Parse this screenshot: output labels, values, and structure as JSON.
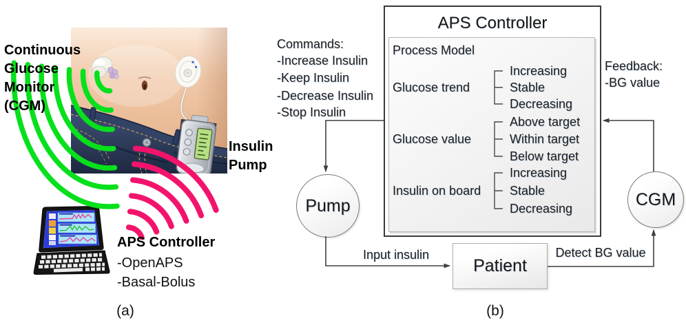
{
  "figure": {
    "caption_a": "(a)",
    "caption_b": "(b)"
  },
  "panel_a": {
    "cgm_monitor_label": [
      "Continuous",
      "Glucose",
      "Monitor",
      "(CGM)"
    ],
    "insulin_pump_label": [
      "Insulin",
      "Pump"
    ],
    "aps_controller": {
      "title": "APS Controller",
      "items": [
        "-OpenAPS",
        "-Basal-Bolus"
      ]
    },
    "colors": {
      "cgm_signal_green": "#07e01c",
      "aps_signal_pink": "#f2146c"
    }
  },
  "panel_b": {
    "controller": {
      "title": "APS Controller",
      "process_model_label": "Process Model",
      "groups": [
        {
          "label": "Glucose trend",
          "items": [
            "Increasing",
            "Stable",
            "Decreasing"
          ]
        },
        {
          "label": "Glucose value",
          "items": [
            "Above target",
            "Within target",
            "Below target"
          ]
        },
        {
          "label": "Insulin on board",
          "items": [
            "Increasing",
            "Stable",
            "Decreasing"
          ]
        }
      ]
    },
    "commands": {
      "title": "Commands:",
      "items": [
        "-Increase Insulin",
        "-Keep Insulin",
        "-Decrease Insulin",
        "-Stop Insulin"
      ]
    },
    "feedback": {
      "title": "Feedback:",
      "items": [
        "-BG value"
      ]
    },
    "nodes": {
      "pump": "Pump",
      "cgm": "CGM",
      "patient": "Patient"
    },
    "edge_labels": {
      "input_insulin": "Input insulin",
      "detect_bg": "Detect BG value"
    },
    "colors": {
      "line": "#3f3f3f"
    }
  }
}
